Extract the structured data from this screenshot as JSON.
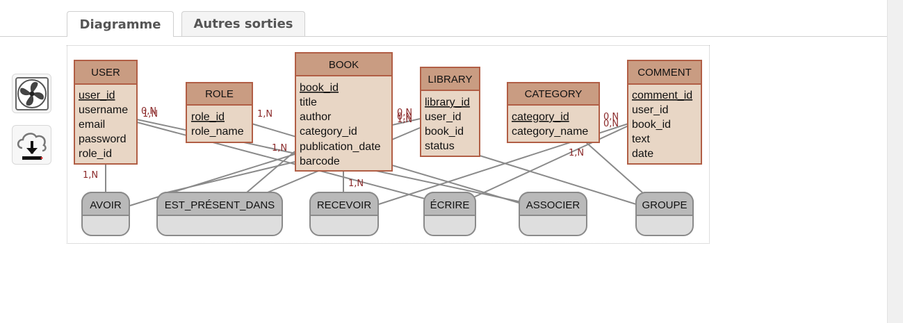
{
  "tabs": [
    {
      "label": "Diagramme",
      "active": true
    },
    {
      "label": "Autres sorties",
      "active": false
    }
  ],
  "toolbar": {
    "fan_icon": "fan-icon",
    "download_icon": "cloud-download-icon"
  },
  "colors": {
    "entity_header": "#c99c82",
    "entity_body": "#e8d6c5",
    "entity_border": "#b15e45",
    "assoc_header": "#b9b9b9",
    "assoc_body": "#dedede",
    "assoc_border": "#8a8a8a",
    "link": "#8a8a8a",
    "cardinality": "#8b2a2a"
  },
  "entities": {
    "user": {
      "name": "USER",
      "attributes": [
        "user_id",
        "username",
        "email",
        "password",
        "role_id"
      ]
    },
    "role": {
      "name": "ROLE",
      "attributes": [
        "role_id",
        "role_name"
      ]
    },
    "book": {
      "name": "BOOK",
      "attributes": [
        "book_id",
        "title",
        "author",
        "category_id",
        "publication_date",
        "barcode"
      ]
    },
    "library": {
      "name": "LIBRARY",
      "attributes": [
        "library_id",
        "user_id",
        "book_id",
        "status"
      ]
    },
    "category": {
      "name": "CATEGORY",
      "attributes": [
        "category_id",
        "category_name"
      ]
    },
    "comment": {
      "name": "COMMENT",
      "attributes": [
        "comment_id",
        "user_id",
        "book_id",
        "text",
        "date"
      ]
    }
  },
  "associations": {
    "avoir": "AVOIR",
    "est_present_dans": "EST_PRÉSENT_DANS",
    "recevoir": "RECEVOIR",
    "ecrire": "ÉCRIRE",
    "associer": "ASSOCIER",
    "groupe": "GROUPE"
  },
  "cardinalities": {
    "user_avoir": "1,N",
    "user_a": "0,N",
    "user_b": "1,N",
    "role": "1,N",
    "book_left": "1,N",
    "book_bottom": "1,N",
    "library_a": "0,N",
    "library_b": "0,N",
    "library_c": "1,N",
    "category": "1,N",
    "comment_a": "0,N",
    "comment_b": "0,N"
  }
}
